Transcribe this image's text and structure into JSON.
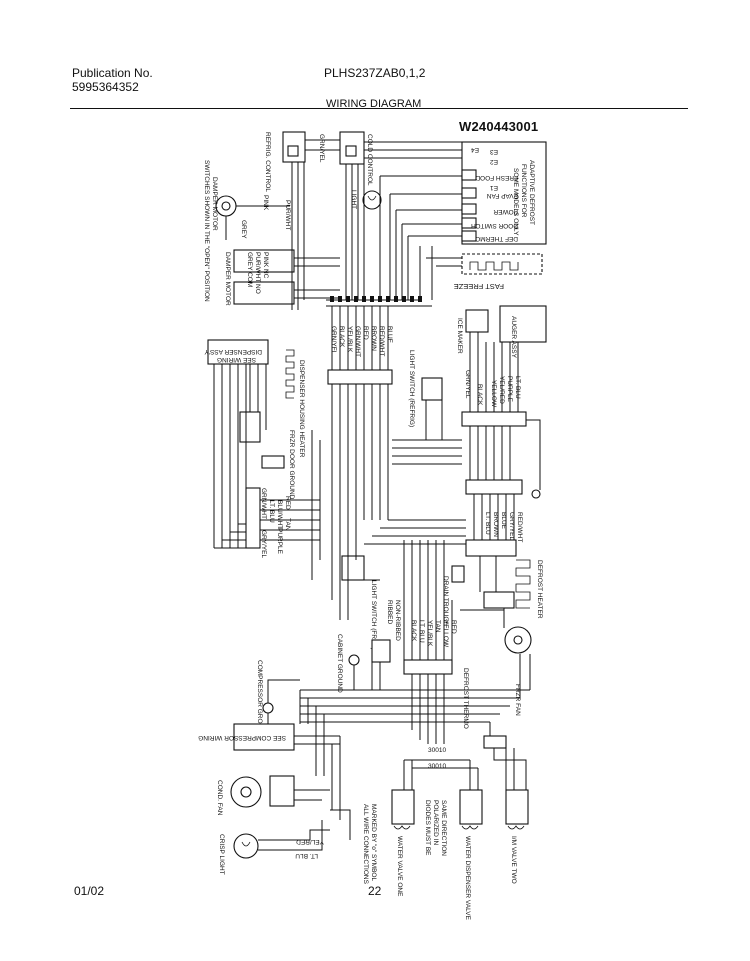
{
  "header": {
    "publication_label": "Publication No.",
    "publication_number": "5995364352",
    "model": "PLHS237ZAB0,1,2",
    "title": "WIRING DIAGRAM"
  },
  "drawing_id": "W240443001",
  "footer": {
    "date": "01/02",
    "page": "22"
  },
  "labels": {
    "refrig_control": "REFRIG. CONTROL",
    "grn_yel": "GRN/YEL",
    "cold_control": "COLD CONTROL",
    "damper_motor": "DAMPER MOTOR",
    "open_position": "SWITCHES SHOWN IN THE \"OPEN\" POSITION",
    "grey": "GREY",
    "pink": "PINK",
    "pur_wht": "PUR/WHT",
    "light": "LIGHT",
    "grey_com": "GREY COM",
    "pur_wht_no": "PUR/WHT NO",
    "pink_nc": "PINK NC",
    "damper_motor_2": "DAMPER MOTOR",
    "e4": "E4",
    "e3": "E3",
    "e2": "E2",
    "fresh_food": "FRESH FOOD",
    "e1": "E1",
    "evap_fan": "EVAP FAN",
    "power": "POWER",
    "door_switch": "DOOR SWITCH",
    "def_thermo": "DEF THERMO",
    "adaptive_defrost": "ADAPTIVE DEFROST",
    "functions_for": "FUNCTIONS FOR",
    "some_models": "SOME MODELS ONLY",
    "fast_freeze": "FAST FREEZE",
    "ice_maker": "ICE MAKER",
    "auger_assy": "AUGER ASSY",
    "dispenser_assy": "DISPENSER ASS'Y",
    "see_wiring": "SEE WIRING",
    "dispenser_housing_heater": "DISPENSER HOUSING HEATER",
    "wire_grn_yel": "GRN/YEL",
    "wire_black": "BLACK",
    "wire_yel_blk": "YEL/BLK",
    "wire_grn_wht": "GRN/WHT",
    "wire_red": "RED",
    "wire_brown": "BROWN",
    "wire_red_wht": "RED/WHT",
    "wire_blue": "BLUE",
    "light_switch_refrig": "LIGHT SWITCH (REFRIG)",
    "grn_yel_2": "GRN/YEL",
    "black_2": "BLACK",
    "yellow": "YELLOW",
    "yel_red": "YEL/RED",
    "purple": "PURPLE",
    "lt_blu": "LT. BLU",
    "frzr_door_ground": "FRZR DOOR GROUND",
    "grn_wht": "GRN/WHT",
    "red": "RED",
    "lt_blu_2": "LT. BLU",
    "blu_wht": "BLU/WHT",
    "tan": "TAN",
    "purple_2": "PURPLE",
    "gry_yel": "GRY/YEL",
    "lt_blu_3": "LT. BLU",
    "brown": "BROWN",
    "blue": "BLUE",
    "gry_yel_2": "GRY/YEL",
    "red_wht": "RED/WHT",
    "light_switch_frzr": "LIGHT SWITCH (FRZR)",
    "ribbed": "RIBBED",
    "non_ribbed": "NON-RIBBED",
    "defrost_heater": "DEFROST HEATER",
    "drain_trough": "DRAIN TROUGH",
    "black_3": "BLACK",
    "lt_blu_4": "LT. BLU",
    "yel_blk": "YEL/BLK",
    "tan_2": "TAN",
    "yellow_2": "YELLOW",
    "red_2": "RED",
    "cabinet_ground": "CABINET GROUND",
    "compressor_ground": "COMPRESSOR GROUND",
    "defrost_thermo": "DEFROST THERMO",
    "frzr_fan": "FRZR FAN",
    "see_compressor_wiring": "SEE COMPRESSOR WIRING",
    "cond_fan": "COND. FAN",
    "code_30010": "30010",
    "code_30010_2": "30010",
    "all_wire_connections": "ALL WIRE CONNECTIONS",
    "marked_by": "MARKED BY \"o\" SYMBOL",
    "diodes_must_be": "DIODES MUST BE",
    "polarized_in": "POLARIZED IN",
    "same_direction": "SAME DIRECTION",
    "water_valve_one": "WATER VALVE ONE",
    "water_dispenser_valve": "WATER DISPENSER VALVE",
    "ice_valve": "I/M VALVE TWO",
    "crisp_light": "CRISP LIGHT",
    "yel_red_2": "YEL/RED",
    "lt_blu_5": "LT. BLU"
  }
}
